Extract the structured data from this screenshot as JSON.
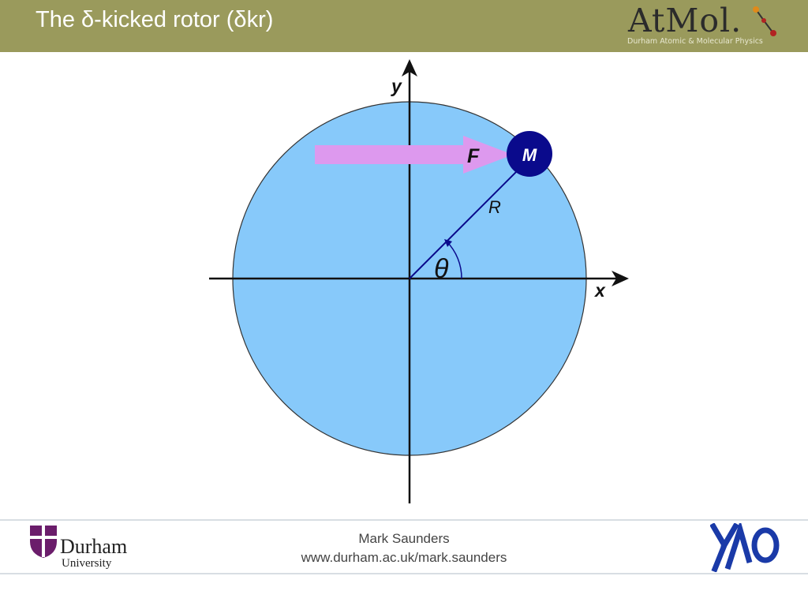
{
  "header": {
    "title": "The δ-kicked rotor (δkr)",
    "background": "#9a9a5c",
    "logo": {
      "word": "AtMol.",
      "subtitle": "Durham Atomic & Molecular Physics"
    }
  },
  "diagram": {
    "labels": {
      "x_axis": "x",
      "y_axis": "y",
      "force": "F",
      "mass": "M",
      "radius": "R",
      "angle": "θ"
    },
    "colors": {
      "disc": "#87c9fa",
      "mass": "#0a0a8c",
      "force_arrow": "#dd99ee",
      "radius_line": "#0a0a8c",
      "axes": "#111111"
    }
  },
  "footer": {
    "author": "Mark Saunders",
    "url": "www.durham.ac.uk/mark.saunders",
    "left_logo": {
      "name": "Durham",
      "sub": "University",
      "color": "#6b1d6b"
    },
    "right_logo": {
      "text": "YAO",
      "color": "#1a3aa8"
    }
  }
}
